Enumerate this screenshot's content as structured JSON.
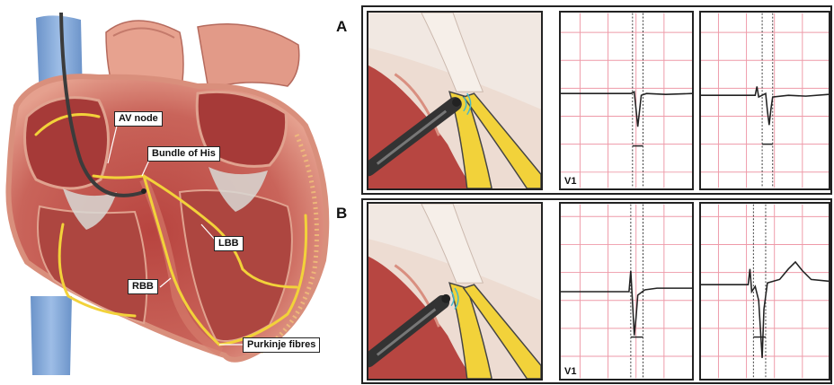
{
  "heart": {
    "labels": {
      "av_node": "AV node",
      "bundle_of_his": "Bundle of His",
      "lbb": "LBB",
      "rbb": "RBB",
      "purkinje": "Purkinje fibres"
    }
  },
  "panels": [
    {
      "letter": "A",
      "lead": "V1"
    },
    {
      "letter": "B",
      "lead": "V1"
    }
  ],
  "colors": {
    "heart_outer": "#e8a08f",
    "heart_inner": "#c4504a",
    "conduction": "#f2d23a",
    "vein": "#7ea6d8",
    "ecg_grid": "#ee9aa8",
    "lead_wire": "#3b3b3b"
  }
}
